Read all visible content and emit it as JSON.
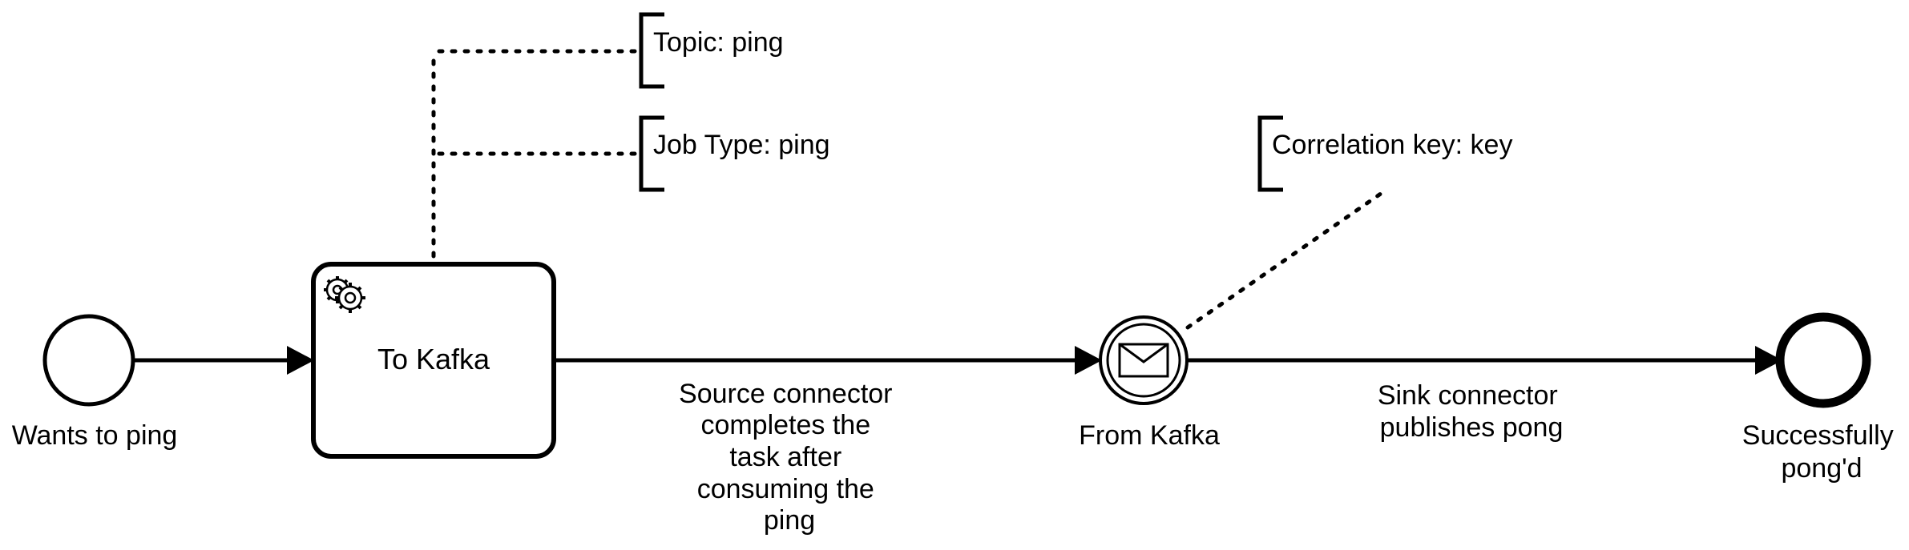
{
  "diagram": {
    "colors": {
      "stroke": "#000000",
      "background": "#ffffff"
    },
    "start_event": {
      "label": "Wants to ping"
    },
    "task": {
      "label": "To Kafka",
      "icon": "gears-icon"
    },
    "catch_event": {
      "label": "From Kafka",
      "icon": "envelope-icon"
    },
    "end_event": {
      "label_lines": [
        "Successfully",
        "pong'd"
      ]
    },
    "annotations": {
      "topic": "Topic: ping",
      "job_type": "Job Type: ping",
      "correlation_key": "Correlation key: key"
    },
    "flows": {
      "source": [
        "Source connector",
        "completes the",
        "task after",
        "consuming the",
        "ping"
      ],
      "sink": [
        "Sink connector",
        "publishes pong"
      ]
    }
  }
}
